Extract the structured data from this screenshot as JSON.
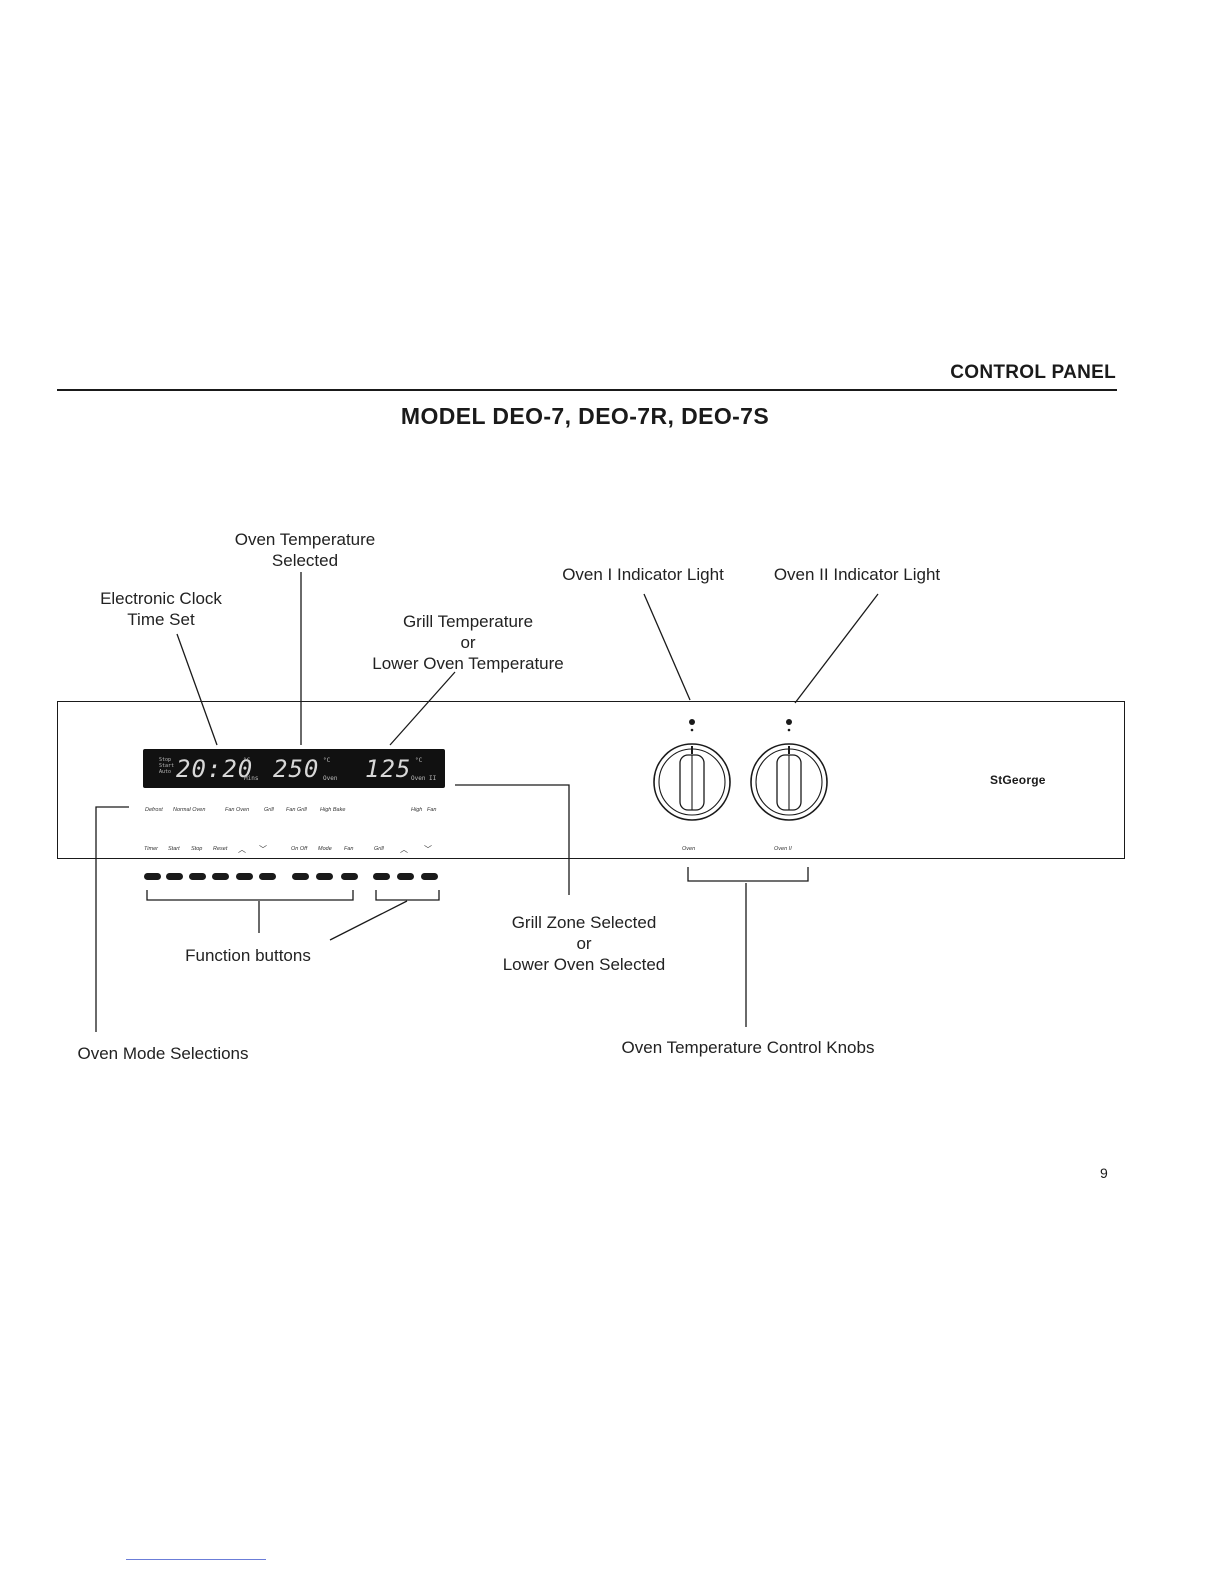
{
  "header": {
    "section_title": "CONTROL PANEL",
    "model_title": "MODEL DEO-7, DEO-7R, DEO-7S"
  },
  "callouts": {
    "oven_temp_selected": [
      "Oven Temperature",
      "Selected"
    ],
    "electronic_clock": [
      "Electronic Clock",
      "Time Set"
    ],
    "grill_temperature": [
      "Grill Temperature",
      "or",
      "Lower Oven Temperature"
    ],
    "oven_1_light": "Oven I Indicator Light",
    "oven_2_light": "Oven II Indicator Light",
    "function_buttons": "Function buttons",
    "grill_zone": [
      "Grill Zone Selected",
      "or",
      "Lower Oven Selected"
    ],
    "oven_mode": "Oven Mode Selections",
    "control_knobs": "Oven Temperature Control Knobs"
  },
  "display": {
    "mode_words": [
      "Stop",
      "Start",
      "Auto"
    ],
    "clock": "20:20",
    "oven_temp": "250",
    "lower_temp": "125",
    "unit": "°C",
    "clock_unit": "Mins",
    "oven_unit": "Oven",
    "lower_unit": "Oven II"
  },
  "panel": {
    "mode_labels": [
      "Defrost",
      "Normal Oven",
      "Fan Oven",
      "Grill",
      "Fan Grill",
      "High Bake",
      "High",
      "Fan"
    ],
    "button_labels": [
      "Timer",
      "Start",
      "Stop",
      "Reset",
      "︿",
      "﹀",
      "On Off",
      "Mode",
      "Fan",
      "Grill",
      "︿",
      "﹀"
    ],
    "knob_labels": [
      "Oven",
      "Oven II"
    ],
    "brand": "StGeorge"
  },
  "footer": {
    "page_number": "9"
  }
}
